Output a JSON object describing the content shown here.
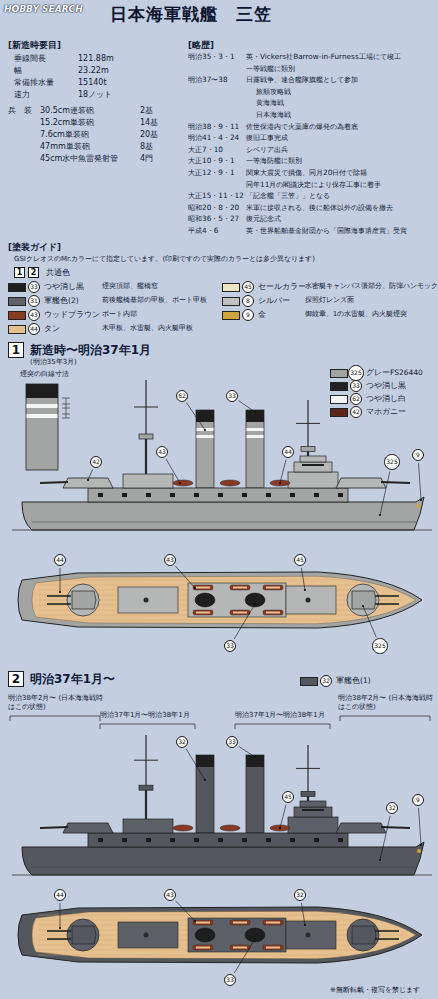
{
  "diagram": {
    "title": "日本海軍戦艦　三笠",
    "nodes": [
      {
        "text": [
          "1"
        ]
      },
      {
        "text": [
          "2"
        ]
      },
      {
        "text": [
          "1"
        ]
      },
      {
        "text": [
          "2"
        ]
      },
      {
        "text": [
          "33"
        ]
      },
      {
        "text": [
          "31"
        ]
      },
      {
        "text": [
          "43"
        ]
      },
      {
        "text": [
          "44"
        ]
      },
      {
        "text": [
          "45"
        ]
      },
      {
        "text": [
          "8"
        ]
      },
      {
        "text": [
          "9"
        ]
      },
      {
        "text": [
          "325"
        ]
      },
      {
        "text": [
          "33"
        ]
      },
      {
        "text": [
          "62"
        ]
      },
      {
        "text": [
          "42"
        ]
      },
      {
        "text": [
          "32"
        ]
      },
      {
        "text": [
          "33"
        ]
      },
      {
        "text": [
          "62"
        ]
      },
      {
        "text": [
          "325"
        ]
      },
      {
        "text": [
          "9"
        ]
      },
      {
        "text": [
          "44"
        ]
      },
      {
        "text": [
          "43"
        ]
      },
      {
        "text": [
          "42"
        ]
      },
      {
        "text": [
          "44"
        ]
      },
      {
        "text": [
          "43"
        ]
      },
      {
        "text": [
          "45"
        ]
      },
      {
        "text": [
          "325"
        ]
      },
      {
        "text": [
          "33"
        ]
      },
      {
        "text": [
          "33"
        ]
      },
      {
        "text": [
          "32"
        ]
      },
      {
        "text": [
          "32"
        ]
      },
      {
        "text": [
          "45"
        ]
      },
      {
        "text": [
          "9"
        ]
      },
      {
        "text": [
          "44"
        ]
      },
      {
        "text": [
          "32"
        ]
      },
      {
        "text": [
          "43"
        ]
      },
      {
        "text": [
          "33"
        ]
      }
    ],
    "labels": [
      "HOBBY SEARCH",
      "[新造時要目]",
      "垂線間長",
      "121.88m",
      "幅",
      "23.22m",
      "常備排水量",
      "15140t",
      "速力",
      "18ノット",
      "兵　装",
      "30.5cm連装砲",
      "2基",
      "15.2cm単装砲",
      "14基",
      "7.6cm単装砲",
      "20基",
      "47mm単装砲",
      "8基",
      "45cm水中魚雷発射管",
      "4門",
      "[略歴]",
      "明治35・3・1",
      "英・Vickers社Barrow-in-Furness工場にて竣工",
      "一等戦艦に類別",
      "明治37〜38",
      "日露戦争、連合艦隊旗艦として参加",
      "旅順攻略戦",
      "黄海海戦",
      "日本海海戦",
      "明治38・9・11",
      "佐世保港内で火薬庫の爆発の為着底",
      "明治41・4・24",
      "復旧工事完成",
      "大正7・10",
      "シベリア出兵",
      "大正10・9・1",
      "一等海防艦に類別",
      "大正12・9・1",
      "関東大震災で損傷、同月20日付で除籍",
      "同年11月の閣議決定により保存工事に着手",
      "大正15・11・12",
      "「記念艦「三笠」」となる",
      "昭和20・8・20",
      "米軍に接収される、後に船体以外の設備を撤去",
      "昭和36・5・27",
      "復元記念式",
      "平成4・6",
      "英・世界船舶基金財団から「国際海事遺産賞」受賞",
      "[塗装ガイド]",
      "GSIクレオスのMr.カラーにて指定しています。(印刷ですので実際のカラーとは多少異なります)",
      "共通色",
      "煙突頂部、艦橋窓",
      "前後艦橋基部の甲板、ボート甲板",
      "ボート内部",
      "木甲板、水雷艇、内火艇甲板",
      "水密艇キャンバス張部分、防弾ハンモック",
      "探照灯レンズ面",
      "御紋章、1の水雷艇、内火艇煙突",
      "新造時〜明治37年1月",
      "(明治35年3月)",
      "煙突の白線寸法",
      "明治37年1月〜",
      "明治38年2月〜 (日本海海戦時はこの状態)",
      "明治38年2月〜 (日本海海戦時はこの状態)",
      "明治37年1月〜明治38年1月",
      "明治37年1月〜明治38年1月",
      "※無断転載・複写を禁じます"
    ],
    "legend": [
      {
        "text": "つや消し黒",
        "color": "#1e1e1e"
      },
      {
        "text": "軍艦色(2)",
        "color": "#5f6266"
      },
      {
        "text": "ウッドブラウン",
        "color": "#8b3a22"
      },
      {
        "text": "タン",
        "color": "#e6c08f"
      },
      {
        "text": "セールカラー",
        "color": "#efe4c4"
      },
      {
        "text": "シルバー",
        "color": "#c0c0c0"
      },
      {
        "text": "金",
        "color": "#c9a53b"
      },
      {
        "text": "グレーFS26440",
        "color": "#a3a5a4"
      },
      {
        "text": "つや消し黒",
        "color": "#222222"
      },
      {
        "text": "つや消し白",
        "color": "#f4f4f4"
      },
      {
        "text": "マホガニー",
        "color": "#5b2617"
      },
      {
        "text": "軍艦色(1)",
        "color": "#54585e"
      }
    ]
  }
}
